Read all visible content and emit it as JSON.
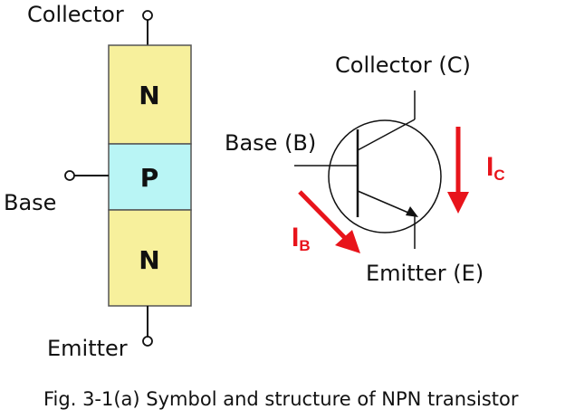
{
  "structure": {
    "terminals": {
      "collector": "Collector",
      "base": "Base",
      "emitter": "Emitter"
    },
    "layers": [
      "N",
      "P",
      "N"
    ],
    "colors": {
      "n_layer": "#f7f09c",
      "p_layer": "#b9f5f5",
      "outline": "#555555"
    }
  },
  "symbol": {
    "labels": {
      "collector": "Collector (C)",
      "base": "Base (B)",
      "emitter": "Emitter (E)"
    },
    "currents": {
      "ib_main": "I",
      "ib_sub": "B",
      "ic_main": "I",
      "ic_sub": "C",
      "color": "#e8141b"
    }
  },
  "caption": "Fig. 3-1(a)  Symbol and structure of NPN transistor"
}
